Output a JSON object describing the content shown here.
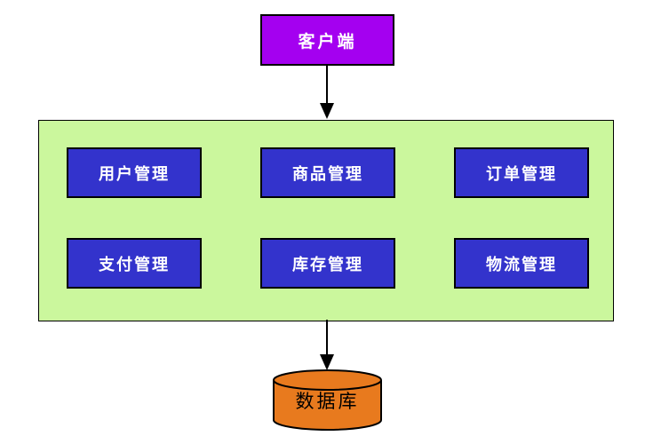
{
  "diagram": {
    "client": {
      "label": "客户端"
    },
    "modules": {
      "items": [
        {
          "label": "用户管理"
        },
        {
          "label": "商品管理"
        },
        {
          "label": "订单管理"
        },
        {
          "label": "支付管理"
        },
        {
          "label": "库存管理"
        },
        {
          "label": "物流管理"
        }
      ]
    },
    "database": {
      "label": "数据库"
    }
  },
  "colors": {
    "client_fill": "#A400F0",
    "module_fill": "#3333CC",
    "container_fill": "#CBF79D",
    "database_fill": "#E87A1E",
    "stroke": "#000000",
    "label_text": "#FFFFFF",
    "database_text": "#000000"
  }
}
